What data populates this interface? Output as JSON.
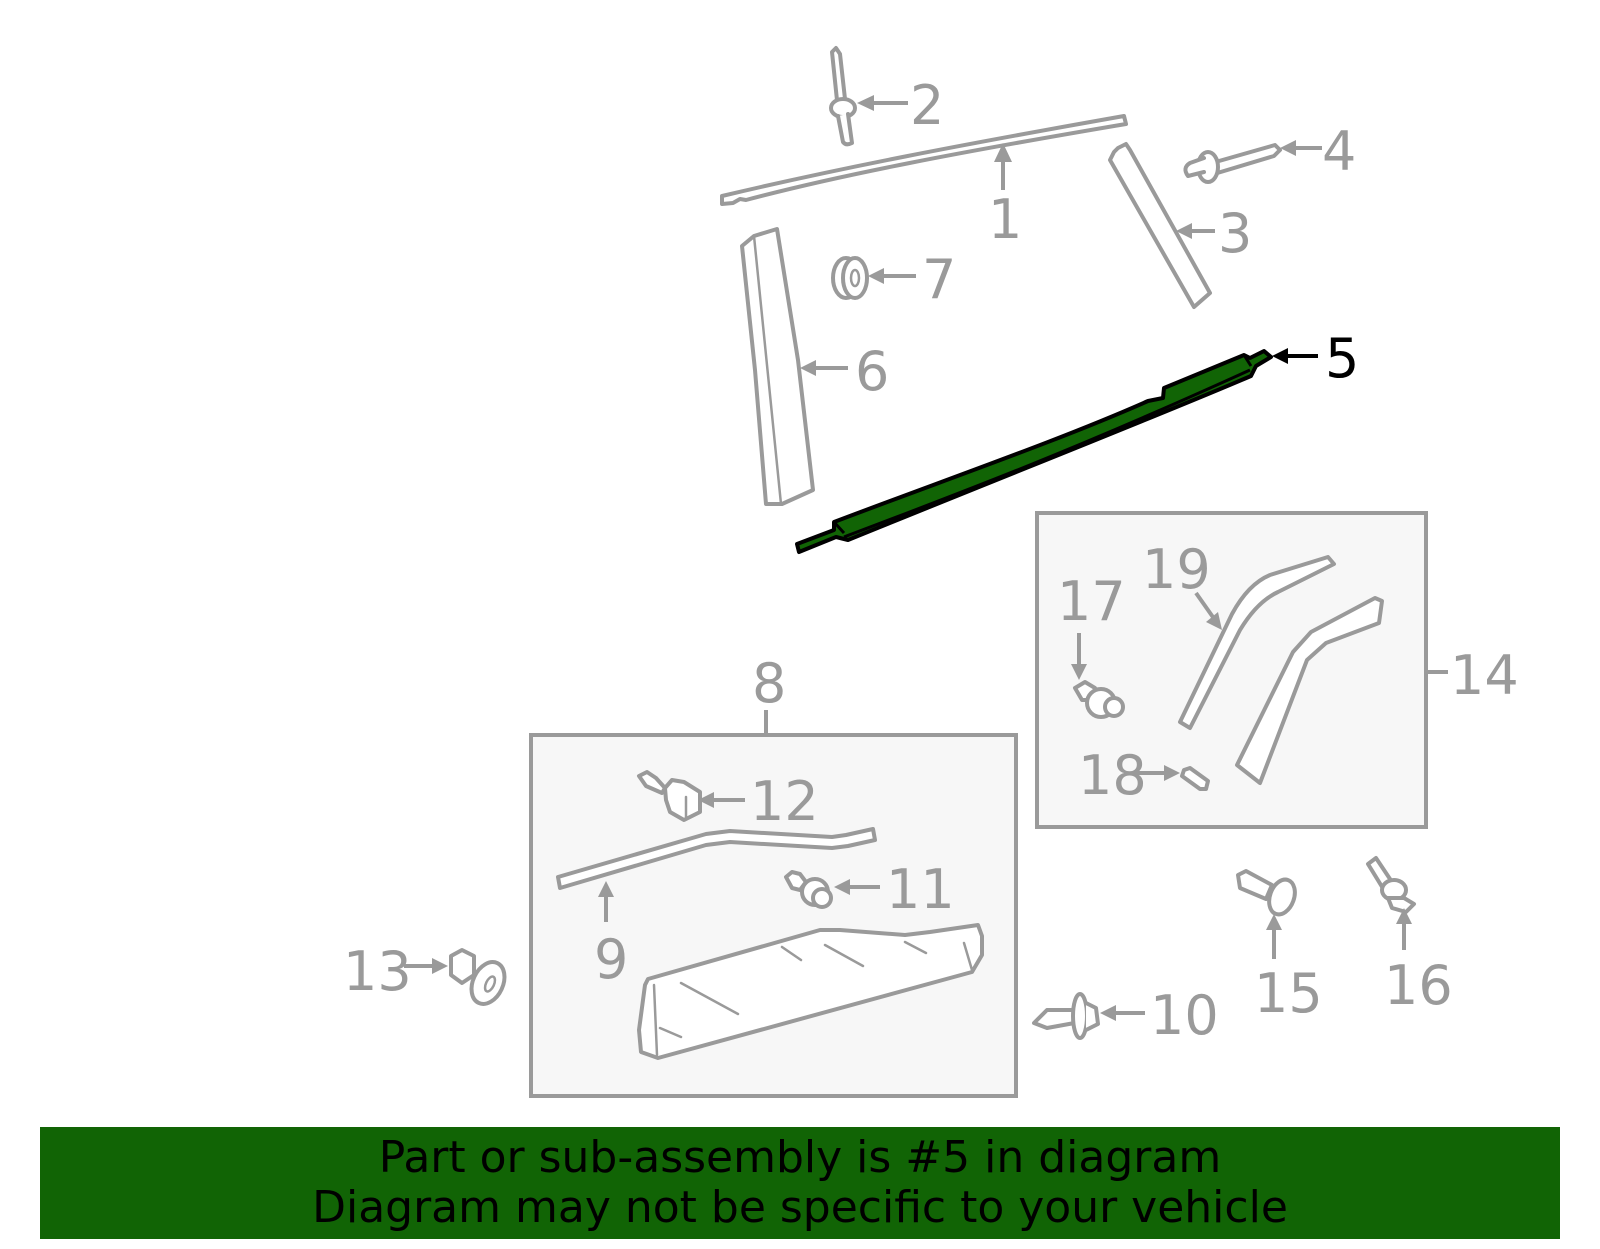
{
  "diagram": {
    "highlighted_part": "5",
    "highlight_color": "#116405",
    "line_color": "#9a9a9a",
    "group_fill": "#f7f7f7",
    "callouts": {
      "c1": "1",
      "c2": "2",
      "c3": "3",
      "c4": "4",
      "c5": "5",
      "c6": "6",
      "c7": "7",
      "c8": "8",
      "c9": "9",
      "c10": "10",
      "c11": "11",
      "c12": "12",
      "c13": "13",
      "c14": "14",
      "c15": "15",
      "c16": "16",
      "c17": "17",
      "c18": "18",
      "c19": "19"
    },
    "groups": [
      {
        "callout": "8",
        "contains": [
          "9",
          "11",
          "12"
        ]
      },
      {
        "callout": "14",
        "contains": [
          "17",
          "18",
          "19"
        ]
      }
    ]
  },
  "banner": {
    "line1": "Part or sub-assembly is #5 in diagram",
    "line2": "Diagram may not be specific to your vehicle",
    "background": "#116405"
  }
}
